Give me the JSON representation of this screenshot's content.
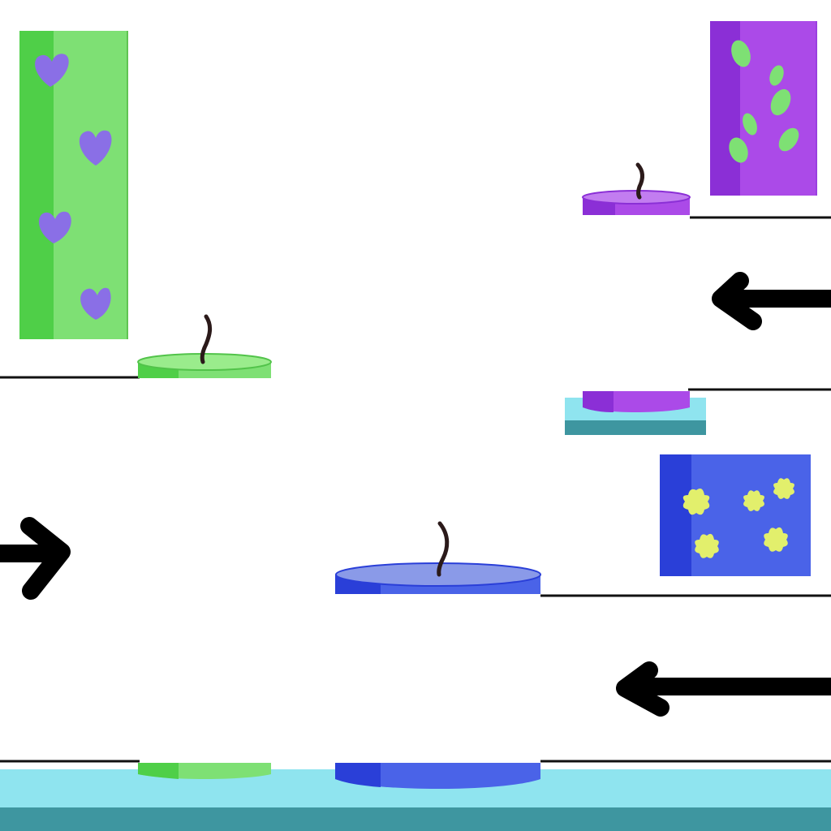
{
  "colors": {
    "background": "#ffffff",
    "green_dark": "#4fcf48",
    "green_light": "#7ee074",
    "green_top": "#9aec8c",
    "green_pattern": "#8a6fe6",
    "purple_dark": "#8b2fd6",
    "purple_light": "#ab4ae8",
    "purple_top": "#c27df0",
    "purple_pattern": "#7ee074",
    "blue_dark": "#2a3fd8",
    "blue_light": "#4a63e8",
    "blue_top": "#8a9ae8",
    "blue_pattern": "#e2ef6c",
    "wick": "#2b1a1a",
    "line": "#111111",
    "tray_top": "#8fe4ef",
    "tray_side": "#3e96a0",
    "arrow": "#000000"
  },
  "scene": {
    "candles": [
      {
        "name": "green-candle",
        "color": "green",
        "pattern": "hearts"
      },
      {
        "name": "purple-candle",
        "color": "purple",
        "pattern": "ovals"
      },
      {
        "name": "blue-candle",
        "color": "blue",
        "pattern": "flowers"
      }
    ],
    "arrows": [
      {
        "name": "arrow-left-top",
        "direction": "left"
      },
      {
        "name": "arrow-right-middle",
        "direction": "right"
      },
      {
        "name": "arrow-left-bottom",
        "direction": "left"
      }
    ]
  }
}
